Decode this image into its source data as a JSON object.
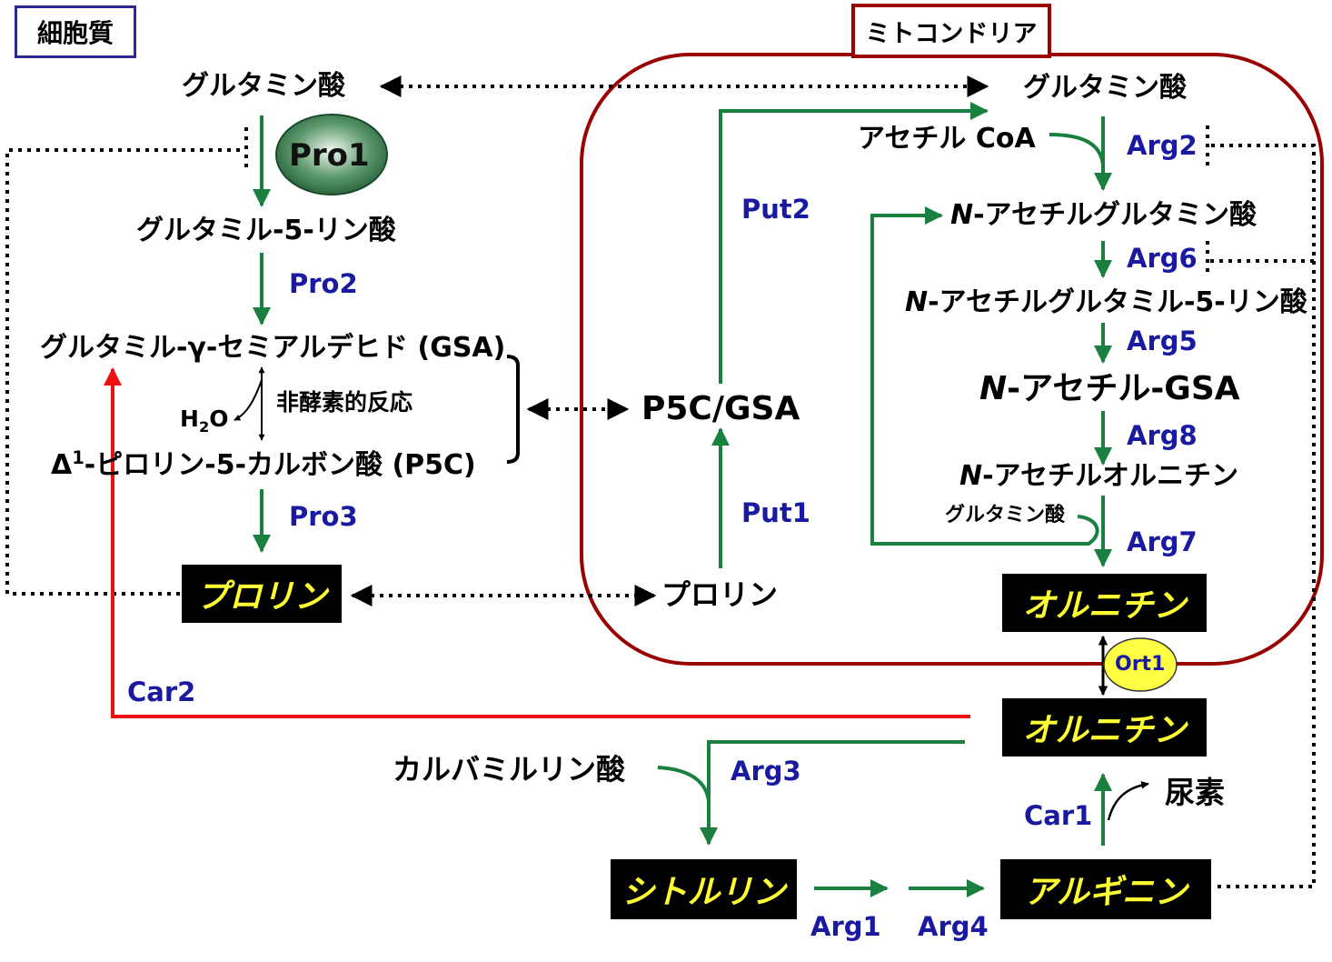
{
  "compartments": {
    "cytoplasm": "細胞質",
    "mitochondria": "ミトコンドリア"
  },
  "cytoplasm": {
    "glutamate": "グルタミン酸",
    "glutamyl5p": "グルタミル-5-リン酸",
    "gsa": "グルタミル-γ-セミアルデヒド (GSA)",
    "p5c_prefix": "Δ",
    "p5c_sup": "1",
    "p5c_rest": "-ピロリン-5-カルボン酸 (P5C)",
    "h2o_h": "H",
    "h2o_sub": "2",
    "h2o_o": "O",
    "nonenzymatic": "非酵素的反応",
    "proline": "プロリン",
    "carbamoyl_p": "カルバミルリン酸",
    "citrulline": "シトルリン",
    "arginine": "アルギニン",
    "ornithine": "オルニチン",
    "urea": "尿素"
  },
  "mito": {
    "glutamate": "グルタミン酸",
    "acetylcoa": "アセチル CoA",
    "nag_prefix": "N",
    "nag_rest": "-アセチルグルタミン酸",
    "nagp_prefix": "N",
    "nagp_rest": "-アセチルグルタミル-5-リン酸",
    "nagsa_prefix": "N",
    "nagsa_rest": "-アセチル-GSA",
    "naorn_prefix": "N",
    "naorn_rest": "-アセチルオルニチン",
    "glutamate_small": "グルタミン酸",
    "p5c_gsa": "P5C/GSA",
    "proline": "プロリン",
    "ornithine": "オルニチン"
  },
  "enzymes": {
    "pro1": "Pro1",
    "pro2": "Pro2",
    "pro3": "Pro3",
    "put1": "Put1",
    "put2": "Put2",
    "arg1": "Arg1",
    "arg2": "Arg2",
    "arg3": "Arg3",
    "arg4": "Arg4",
    "arg5": "Arg5",
    "arg6": "Arg6",
    "arg7": "Arg7",
    "arg8": "Arg8",
    "car1": "Car1",
    "car2": "Car2",
    "ort1": "Ort1"
  },
  "colors": {
    "green": "#1a8040",
    "red": "#ee1111",
    "darkred": "#990000",
    "navy": "#2a2a90",
    "enzyme": "#1a1aa0",
    "box_bg": "#000000",
    "box_text": "#ffff33"
  }
}
